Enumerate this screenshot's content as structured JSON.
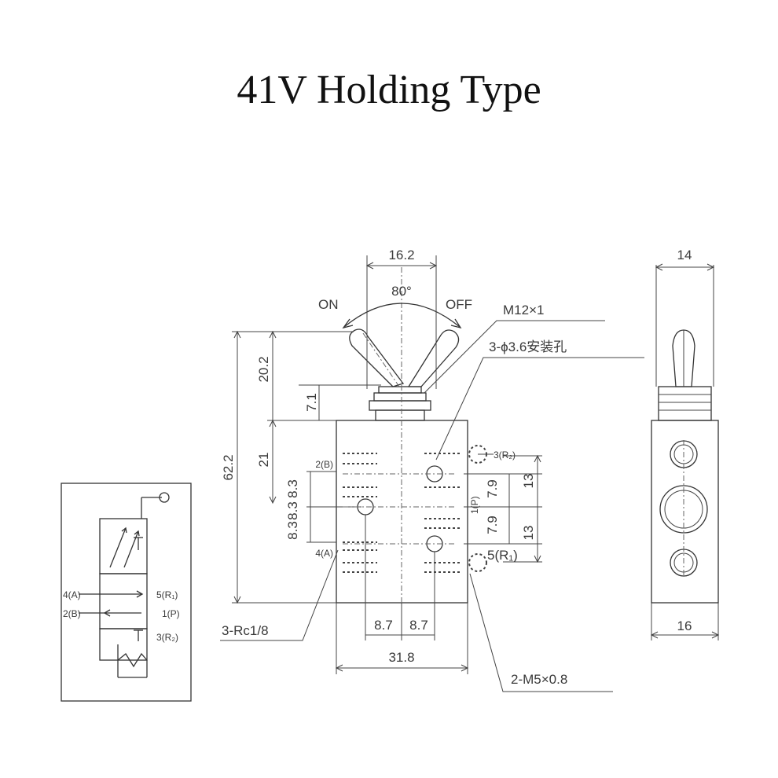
{
  "title": "41V Holding Type",
  "front": {
    "width_top": "16.2",
    "angle": "80°",
    "on": "ON",
    "off": "OFF",
    "thread": "M12×1",
    "holes": "3-ϕ3.6安装孔",
    "h_lever": "20.2",
    "h_nut": "7.1",
    "h_total": "62.2",
    "h_21": "21",
    "d_8_3a": "8.3",
    "d_8_3b": "8.3",
    "d_8_3c": "8.3",
    "d_7_9a": "7.9",
    "d_7_9b": "7.9",
    "d_13a": "13",
    "d_13b": "13",
    "port_b": "2(B)",
    "port_a": "4(A)",
    "port_r2": "3(R₂)",
    "port_p": "1(P)",
    "port_r1": "5(R₁)",
    "rc": "3-Rc1/8",
    "w_87a": "8.7",
    "w_87b": "8.7",
    "w_318": "31.8",
    "m5": "2-M5×0.8"
  },
  "side": {
    "w_top": "14",
    "w_bottom": "16"
  },
  "symbol": {
    "a": "4(A)",
    "b": "2(B)",
    "r1": "5(R₁)",
    "p": "1(P)",
    "r2": "3(R₂)"
  }
}
